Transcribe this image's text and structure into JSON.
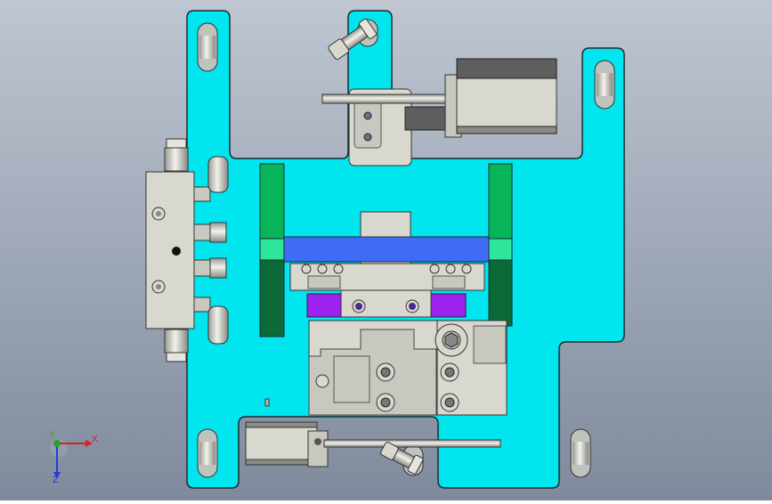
{
  "viewport": {
    "background_top": "#bfc6d2",
    "background_bottom": "#7f8a9c"
  },
  "colors": {
    "plate": "#00e5ee",
    "plate_edge": "#1a2b2e",
    "metal": "#d9d8cf",
    "metal_dark": "#7b7b74",
    "guide_green": "#08b45a",
    "guide_dark": "#0b6a38",
    "guide_light": "#2ee69b",
    "crossbar_blue": "#3f6cf5",
    "block_purple": "#9e22ee",
    "motor_dark": "#5e5e5e",
    "axis_x": "#d92020",
    "axis_y": "#2aa02a",
    "axis_z": "#2040d0"
  },
  "triad": {
    "x_label": "X",
    "y_label": "Y",
    "z_label": "Z"
  }
}
